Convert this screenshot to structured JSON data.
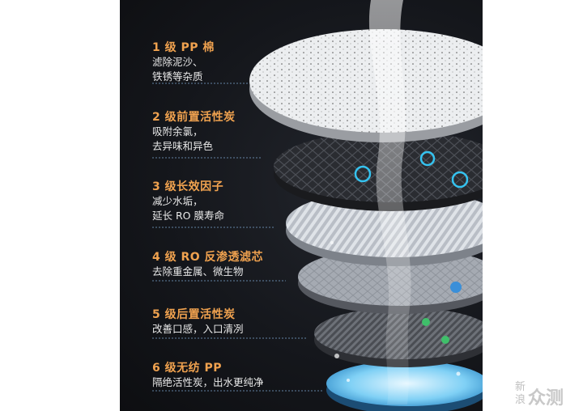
{
  "colors": {
    "accent": "#f0a24f",
    "text": "#e8e8e8",
    "background": "#15171c",
    "leader": "#7ea6cf"
  },
  "stages": [
    {
      "title": "1 级 PP 棉",
      "lines": [
        "滤除泥沙、",
        "铁锈等杂质"
      ]
    },
    {
      "title": "2 级前置活性炭",
      "lines": [
        "吸附余氯，",
        "去异味和异色"
      ]
    },
    {
      "title": "3 级长效因子",
      "lines": [
        "减少水垢，",
        "延长 RO 膜寿命"
      ]
    },
    {
      "title": "4 级 RO 反渗透滤芯",
      "lines": [
        "去除重金属、微生物"
      ]
    },
    {
      "title": "5 级后置活性炭",
      "lines": [
        "改善口感，入口清冽"
      ]
    },
    {
      "title": "6 级无纺 PP",
      "lines": [
        "隔绝活性炭，出水更纯净"
      ]
    }
  ],
  "watermark": {
    "char1": "新",
    "char2": "浪",
    "text": "众测"
  }
}
